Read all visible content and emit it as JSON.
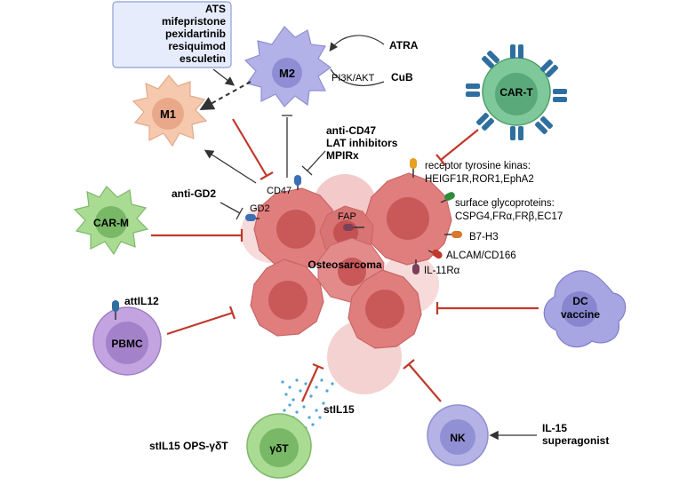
{
  "drug_box": {
    "lines": [
      "ATS",
      "mifepristone",
      "pexidartinib",
      "resiquimod",
      "esculetin"
    ]
  },
  "macrophages": {
    "m1_label": "M1",
    "m2_label": "M2",
    "atra_label": "ATRA",
    "pi3k_label": "PI3K/AKT",
    "cub_label": "CuB"
  },
  "car_t": {
    "label": "CAR-T",
    "targets": {
      "rtk_title": "receptor tyrosine kinas:",
      "rtk_list": "HEIGF1R,ROR1,EphA2",
      "gly_title": "surface glycoproteins:",
      "gly_list": "CSPG4,FRα,FRβ,EC17",
      "b7h3": "B7-H3",
      "alcam": "ALCAM/CD166",
      "il11": "IL-11Rα"
    }
  },
  "tumor": {
    "label": "Osteosarcoma",
    "cd47": "CD47",
    "gd2": "GD2",
    "fap": "FAP"
  },
  "inhibitors": {
    "line1": "anti-CD47",
    "line2": "LAT inhibitors",
    "line3": "MPIRx",
    "anti_gd2": "anti-GD2"
  },
  "car_m": {
    "label": "CAR-M"
  },
  "pbmc": {
    "label": "PBMC",
    "attil12": "attIL12"
  },
  "dc": {
    "line1": "DC",
    "line2": "vaccine"
  },
  "gdt": {
    "label": "γδT",
    "stil15": "stIL15",
    "therapy": "stIL15 OPS-γδT"
  },
  "nk": {
    "label": "NK",
    "il15_line1": "IL-15",
    "il15_line2": "superagonist"
  },
  "colors": {
    "tumor": "#e07e7e",
    "tumor_dark": "#cf5b5b",
    "m1": "#f6c9ae",
    "m2": "#b3b2e8",
    "car_t": "#7fc89a",
    "car_m": "#a9dc92",
    "pbmc": "#c3a4e0",
    "dc": "#a7a6e2",
    "nk": "#b5b3e6",
    "inhibit_red": "#c0392b",
    "drug_box": "#e6ecfb"
  }
}
